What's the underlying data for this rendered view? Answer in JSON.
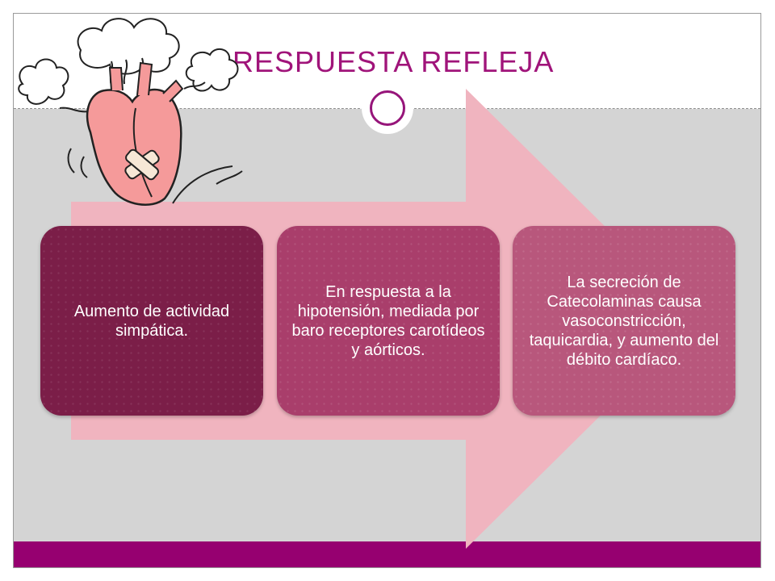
{
  "slide": {
    "title": "RESPUESTA REFLEJA",
    "colors": {
      "title": "#a0147a",
      "bottom_bar": "#960070",
      "arrow": "#f0b4bf",
      "box_1": "#7b1e48",
      "box_2": "#a93e6b",
      "box_3": "#b8577c",
      "panel": "#d4d4d4"
    }
  },
  "diagram": {
    "steps": [
      {
        "text": "Aumento de actividad simpática."
      },
      {
        "text": "En respuesta a la hipotensión, mediada por baro receptores carotídeos y aórticos."
      },
      {
        "text": "La secreción de Catecolaminas causa vasoconstricción, taquicardia, y aumento del débito cardíaco."
      }
    ]
  },
  "illustration": {
    "icon": "cartoon-steaming-heart-icon"
  }
}
